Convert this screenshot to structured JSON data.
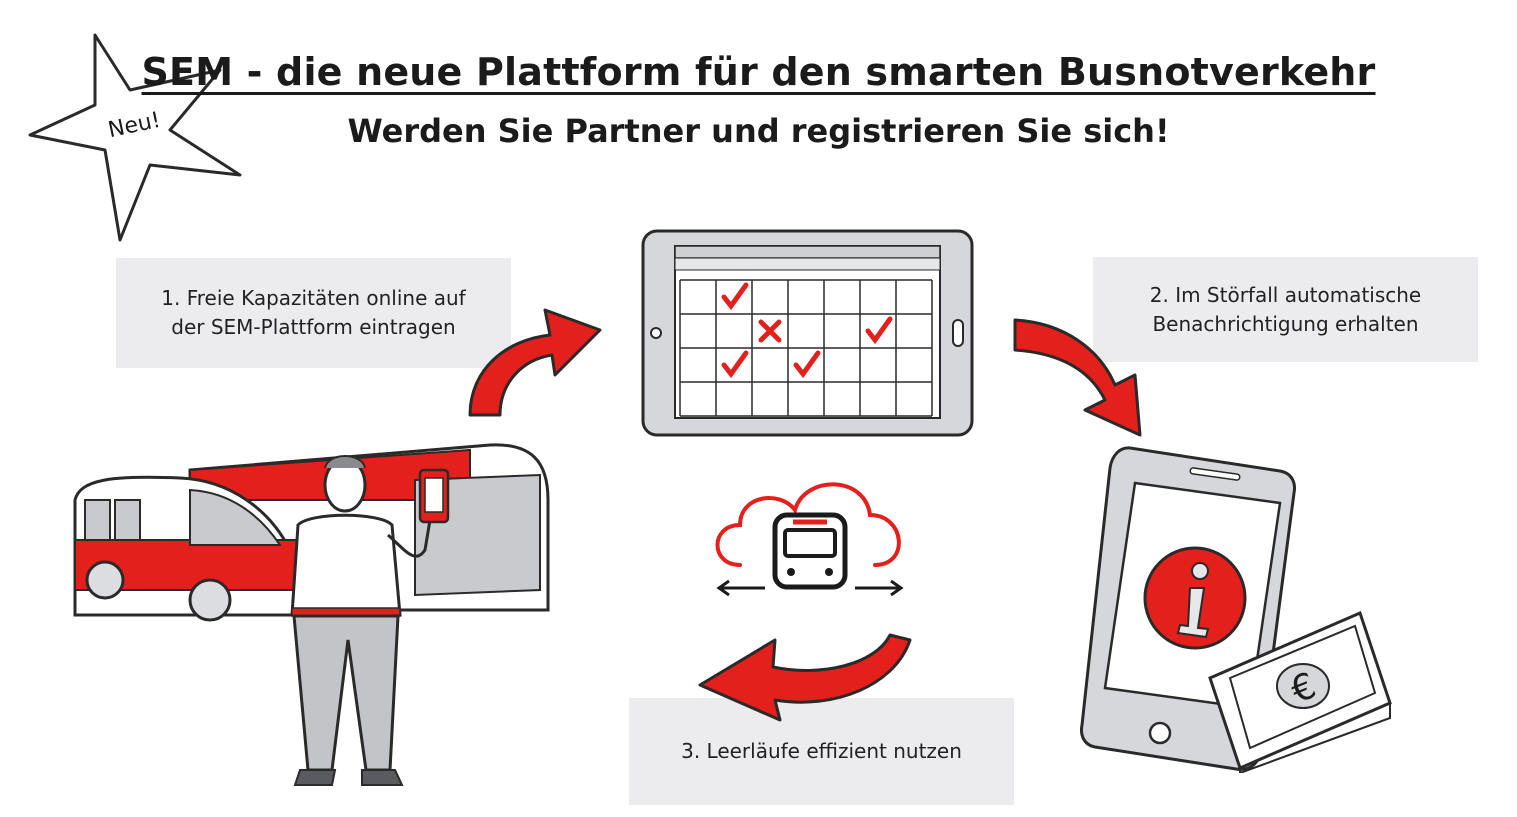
{
  "header": {
    "title": "SEM -  die neue Plattform für den smarten Busnotverkehr",
    "subtitle": "Werden Sie Partner und registrieren Sie sich!"
  },
  "badge": {
    "label": "Neu!"
  },
  "steps": [
    {
      "label": "1. Freie Kapazitäten online auf\nder SEM-Plattform eintragen"
    },
    {
      "label": "2. Im Störfall automatische\nBenachrichtigung erhalten"
    },
    {
      "label": "3. Leerläufe effizient nutzen"
    }
  ],
  "colors": {
    "accent_red": "#e3201b",
    "box_grey": "#ececee",
    "outline": "#2a2a2a",
    "device_grey": "#d6d7da"
  }
}
